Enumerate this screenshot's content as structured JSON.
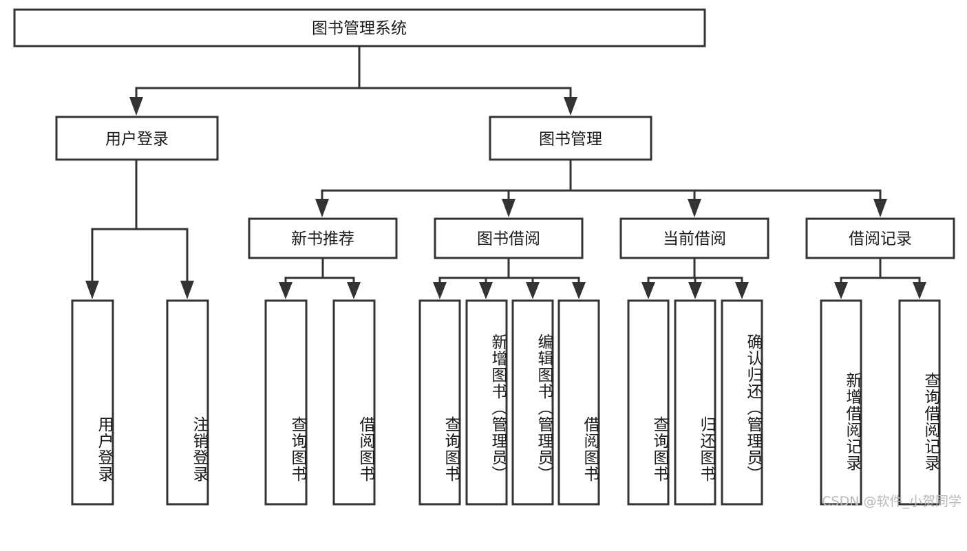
{
  "diagram": {
    "type": "tree",
    "title": "图书管理系统",
    "watermark": "CSDN @软件_小贺同学",
    "colors": {
      "stroke": "#333333",
      "fill": "#ffffff",
      "text": "#1a1a1a",
      "watermark": "#b8b8b8"
    },
    "nodes": {
      "root": {
        "label": "图书管理系统"
      },
      "level2": [
        {
          "label": "用户登录"
        },
        {
          "label": "图书管理"
        }
      ],
      "level3": [
        {
          "label": "新书推荐"
        },
        {
          "label": "图书借阅"
        },
        {
          "label": "当前借阅"
        },
        {
          "label": "借阅记录"
        }
      ],
      "leaves": {
        "user_login": [
          {
            "label": "用户登录"
          },
          {
            "label": "注销登录"
          }
        ],
        "new_book": [
          {
            "label": "查询图书"
          },
          {
            "label": "借阅图书"
          }
        ],
        "book_borrow": [
          {
            "label": "查询图书"
          },
          {
            "label": "新增图书（管理员）"
          },
          {
            "label": "编辑图书（管理员）"
          },
          {
            "label": "借阅图书"
          }
        ],
        "current_borrow": [
          {
            "label": "查询图书"
          },
          {
            "label": "归还图书"
          },
          {
            "label": "确认归还（管理员）"
          }
        ],
        "borrow_record": [
          {
            "label": "新增借阅记录"
          },
          {
            "label": "查询借阅记录"
          }
        ]
      }
    }
  }
}
